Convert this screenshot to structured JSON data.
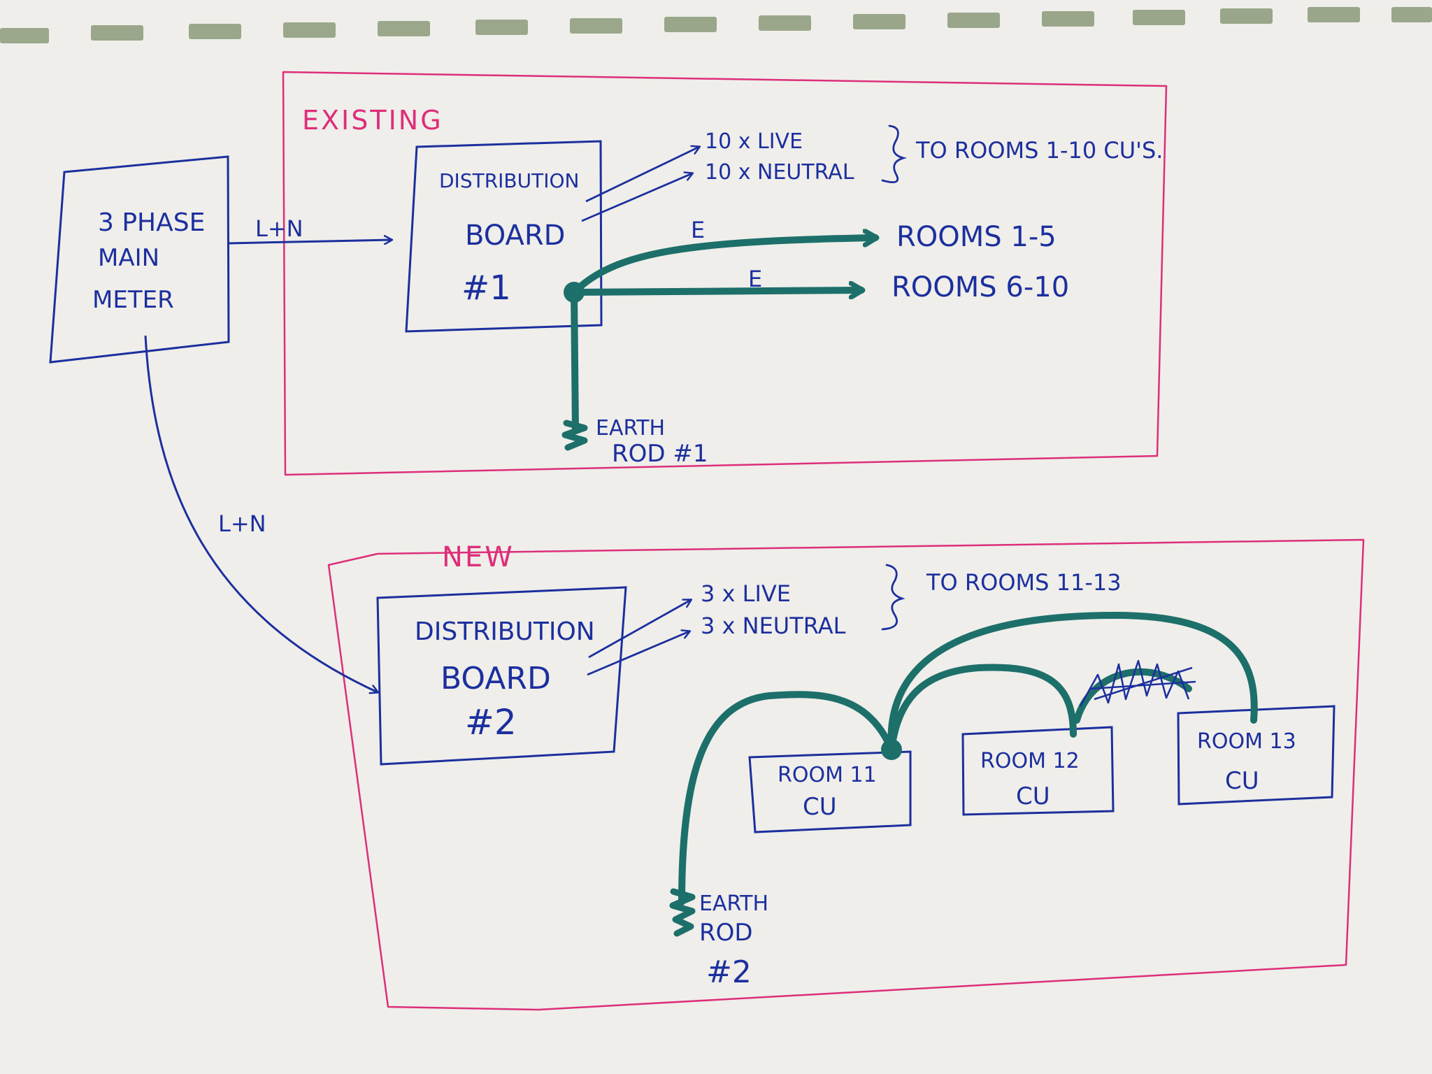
{
  "colors": {
    "paper": "#efeeea",
    "blue_ink": "#1c2f9e",
    "pink_ink": "#dd2e7a",
    "earth_ink": "#1d6f6a"
  },
  "sections": {
    "existing": "EXISTING",
    "new": "NEW"
  },
  "nodes": {
    "meter": [
      "3 PHASE",
      "MAIN",
      "METER"
    ],
    "db1": [
      "DISTRIBUTION",
      "BOARD",
      "#1"
    ],
    "db2": [
      "DISTRIBUTION",
      "BOARD",
      "#2"
    ],
    "room11": [
      "ROOM 11",
      "CU"
    ],
    "room12": [
      "ROOM 12",
      "CU"
    ],
    "room13": [
      "ROOM 13",
      "CU"
    ],
    "earth_rod_1": [
      "EARTH",
      "ROD #1"
    ],
    "earth_rod_2": [
      "EARTH",
      "ROD",
      "#2"
    ]
  },
  "labels": {
    "meter_to_db1": "L+N",
    "meter_to_db2": "L+N",
    "db1_live": "10 x LIVE",
    "db1_neutral": "10 x NEUTRAL",
    "db1_destination": "TO ROOMS 1-10 CU'S.",
    "db1_earth_label_a": "E",
    "db1_earth_label_b": "E",
    "db1_earth_to_a": "ROOMS 1-5",
    "db1_earth_to_b": "ROOMS 6-10",
    "db2_live": "3 x LIVE",
    "db2_neutral": "3 x NEUTRAL",
    "db2_destination": "TO ROOMS 11-13"
  }
}
